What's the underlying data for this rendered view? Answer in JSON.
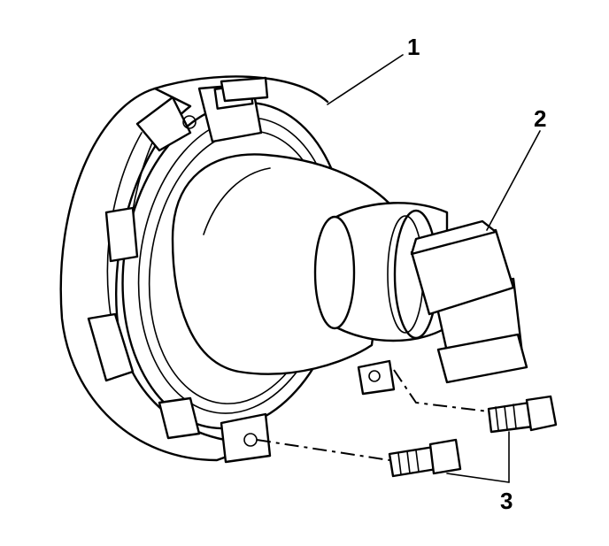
{
  "callouts": [
    {
      "label": "1",
      "part": "headlamp-housing"
    },
    {
      "label": "2",
      "part": "bulb-connector"
    },
    {
      "label": "3",
      "part": "bolts"
    }
  ]
}
